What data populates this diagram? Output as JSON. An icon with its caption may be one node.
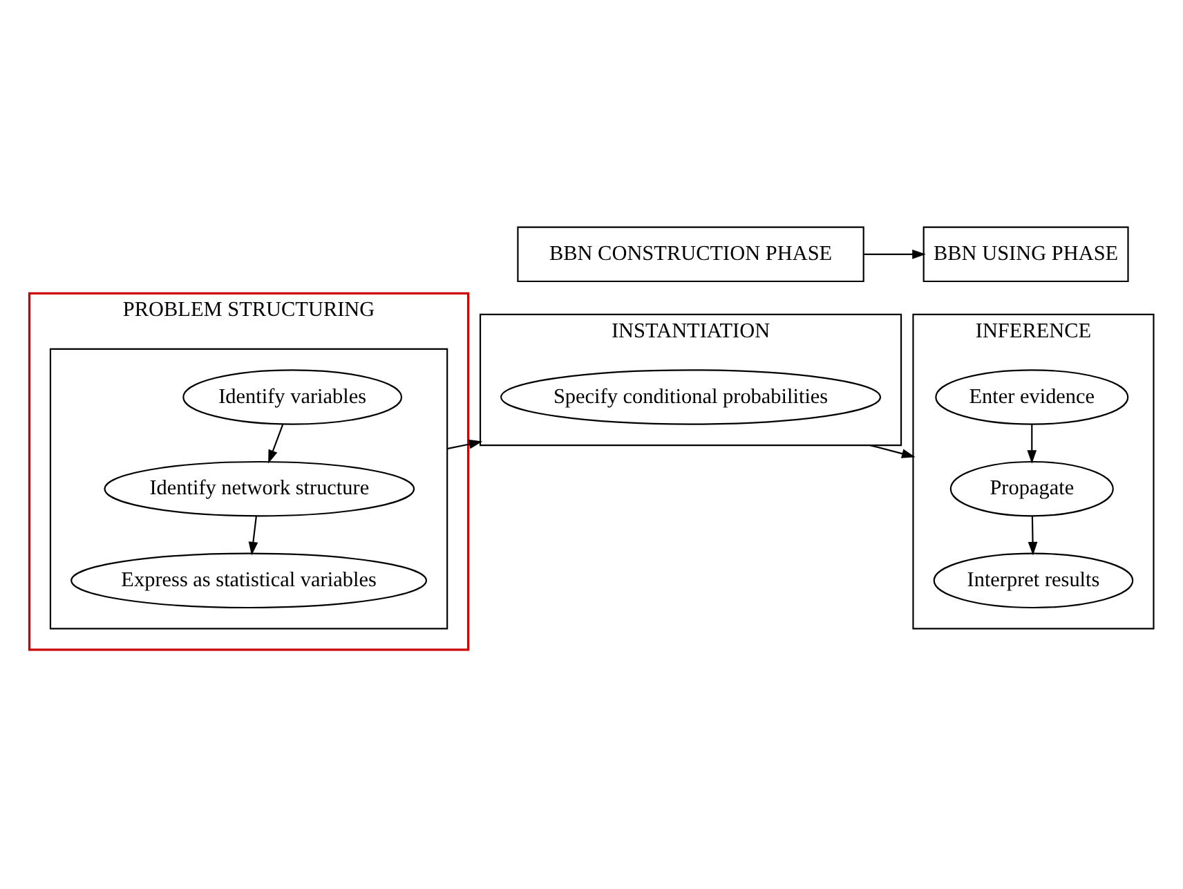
{
  "diagram": {
    "nodes": [
      {
        "text": [
          "BBN CONSTRUCTION PHASE"
        ]
      },
      {
        "text": [
          "BBN USING PHASE"
        ]
      },
      {
        "text": [
          "PROBLEM STRUCTURING"
        ]
      },
      {
        "text": [],
        "shape": "box",
        "in": 2
      },
      {
        "text": [
          "Identify variables"
        ],
        "in": 3
      },
      {
        "text": [
          "Identify network structure"
        ],
        "in": 3
      },
      {
        "text": [
          "Express as statistical variables"
        ],
        "in": 3
      },
      {
        "text": [
          "INSTANTIATION"
        ]
      },
      {
        "text": [
          "Specify conditional probabilities"
        ],
        "in": 7
      },
      {
        "text": [
          "INFERENCE"
        ]
      },
      {
        "text": [
          "Enter evidence"
        ],
        "in": 9
      },
      {
        "text": [
          "Propagate"
        ],
        "in": 9
      },
      {
        "text": [
          "Interpret results"
        ],
        "in": 9
      }
    ],
    "edges": [
      {
        "from": 0,
        "to": 1,
        "arrow": "to"
      },
      {
        "from": 4,
        "to": 5,
        "arrow": "to"
      },
      {
        "from": 5,
        "to": 6,
        "arrow": "to"
      },
      {
        "from": 3,
        "to": 7,
        "arrow": "to"
      },
      {
        "from": 7,
        "to": 9,
        "arrow": "to"
      },
      {
        "from": 10,
        "to": 11,
        "arrow": "to"
      },
      {
        "from": 11,
        "to": 12,
        "arrow": "to"
      }
    ]
  }
}
